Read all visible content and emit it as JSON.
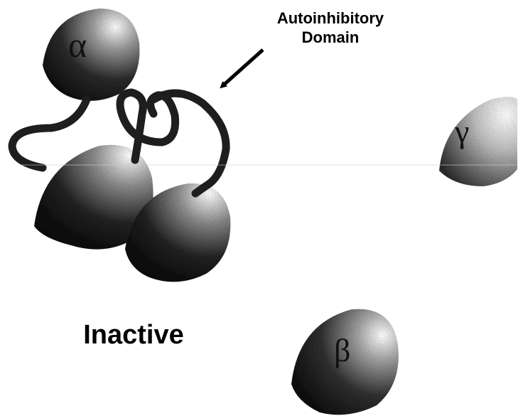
{
  "annotation": {
    "line1": "Autoinhibitory",
    "line2": "Domain"
  },
  "state_label": "Inactive",
  "subunits": {
    "alpha": "α",
    "gamma": "γ",
    "beta": "β"
  },
  "colors": {
    "subunit_dark": "#1a1a1a",
    "subunit_light": "#ffffff",
    "linker": "#222222",
    "text": "#000000"
  }
}
